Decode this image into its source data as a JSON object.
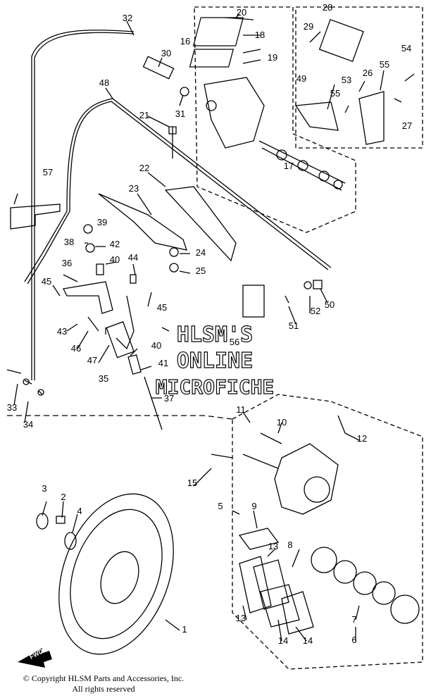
{
  "diagram": {
    "part_numbers": [
      "1",
      "2",
      "3",
      "4",
      "5",
      "6",
      "7",
      "8",
      "9",
      "10",
      "11",
      "12",
      "13",
      "13",
      "14",
      "14",
      "15",
      "16",
      "17",
      "18",
      "19",
      "20",
      "21",
      "22",
      "23",
      "24",
      "25",
      "26",
      "27",
      "28",
      "29",
      "30",
      "31",
      "32",
      "33",
      "34",
      "35",
      "36",
      "37",
      "38",
      "39",
      "40",
      "40",
      "41",
      "42",
      "43",
      "44",
      "45",
      "45",
      "46",
      "47",
      "48",
      "49",
      "50",
      "51",
      "52",
      "53",
      "54",
      "55",
      "55",
      "56",
      "57"
    ],
    "direction_arrow": "FWD",
    "watermark": [
      "HLSM'S",
      "ONLINE",
      "MICROFICHE"
    ],
    "copyright": [
      "© Copyright HLSM Parts and Accessories, Inc.",
      "All rights reserved"
    ]
  }
}
